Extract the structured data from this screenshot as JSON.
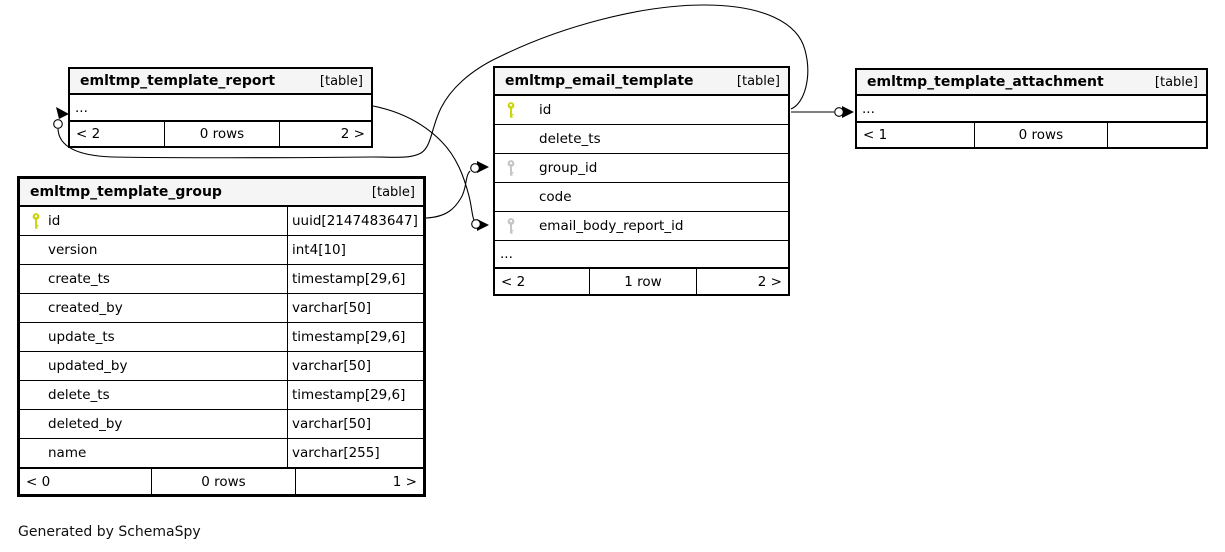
{
  "diagram": {
    "generator_note": "Generated by SchemaSpy"
  },
  "colors": {
    "primary_key": "#ccd414",
    "foreign_key": "#c6c6c6",
    "header_bg": "#f5f5f5",
    "border": "#000000"
  },
  "tables": [
    {
      "name": "emltmp_template_report",
      "badge": "[table]",
      "columns": [
        {
          "name": "...",
          "type": "",
          "key": ""
        }
      ],
      "footer": [
        "< 2",
        "0 rows",
        "2 >"
      ]
    },
    {
      "name": "emltmp_template_group",
      "badge": "[table]",
      "columns": [
        {
          "name": "id",
          "type": "uuid[2147483647]",
          "key": "pk"
        },
        {
          "name": "version",
          "type": "int4[10]",
          "key": ""
        },
        {
          "name": "create_ts",
          "type": "timestamp[29,6]",
          "key": ""
        },
        {
          "name": "created_by",
          "type": "varchar[50]",
          "key": ""
        },
        {
          "name": "update_ts",
          "type": "timestamp[29,6]",
          "key": ""
        },
        {
          "name": "updated_by",
          "type": "varchar[50]",
          "key": ""
        },
        {
          "name": "delete_ts",
          "type": "timestamp[29,6]",
          "key": ""
        },
        {
          "name": "deleted_by",
          "type": "varchar[50]",
          "key": ""
        },
        {
          "name": "name",
          "type": "varchar[255]",
          "key": ""
        }
      ],
      "footer": [
        "< 0",
        "0 rows",
        "1 >"
      ]
    },
    {
      "name": "emltmp_email_template",
      "badge": "[table]",
      "columns": [
        {
          "name": "id",
          "type": "",
          "key": "pk"
        },
        {
          "name": "delete_ts",
          "type": "",
          "key": ""
        },
        {
          "name": "group_id",
          "type": "",
          "key": "fk"
        },
        {
          "name": "code",
          "type": "",
          "key": ""
        },
        {
          "name": "email_body_report_id",
          "type": "",
          "key": "fk"
        },
        {
          "name": "...",
          "type": "",
          "key": ""
        }
      ],
      "footer": [
        "< 2",
        "1 row",
        "2 >"
      ]
    },
    {
      "name": "emltmp_template_attachment",
      "badge": "[table]",
      "columns": [
        {
          "name": "...",
          "type": "",
          "key": ""
        }
      ],
      "footer": [
        "< 1",
        "0 rows",
        ""
      ]
    }
  ],
  "relationships": [
    {
      "parent": "emltmp_email_template.id",
      "child": "emltmp_template_report"
    },
    {
      "parent": "emltmp_email_template.id",
      "child": "emltmp_template_attachment"
    },
    {
      "parent": "emltmp_template_group.id",
      "child": "emltmp_email_template.group_id"
    },
    {
      "parent": "emltmp_template_report.id",
      "child": "emltmp_email_template.email_body_report_id"
    }
  ]
}
